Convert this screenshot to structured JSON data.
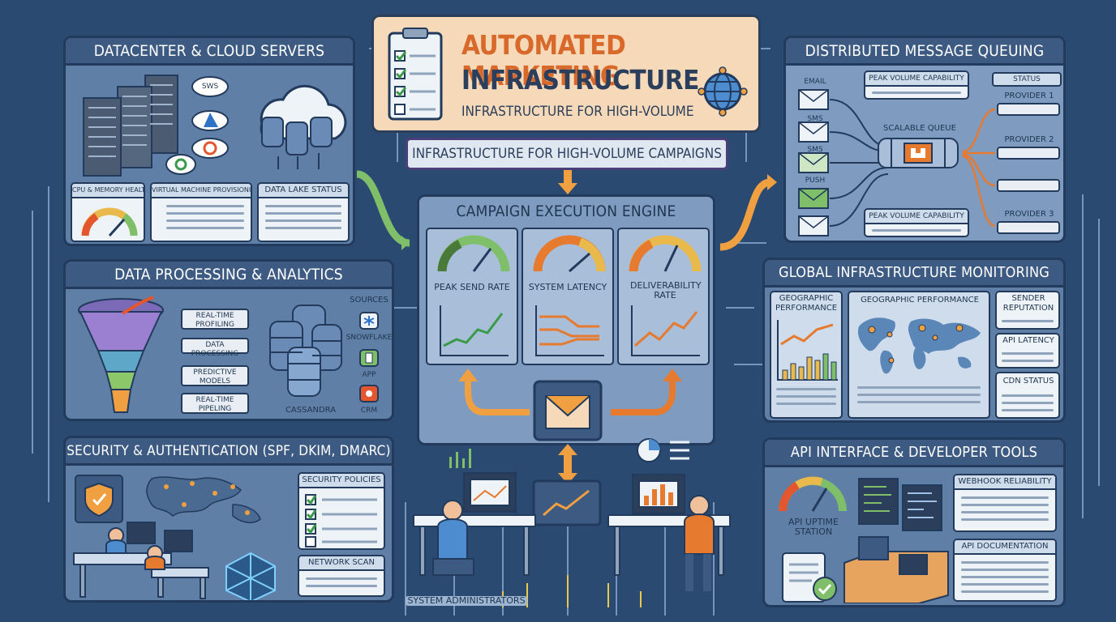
{
  "title": {
    "main1": "AUTOMATED MARKETING",
    "main2": "INFRASTRUCTURE",
    "sub": "INFRASTRUCTURE FOR HIGH-VOLUME"
  },
  "banner": "INFRASTRUCTURE FOR HIGH-VOLUME CAMPAIGNS",
  "datacenter": {
    "title": "DATACENTER & CLOUD SERVERS",
    "cloud_badge": "SWS",
    "cards": [
      "CPU & MEMORY HEALTH",
      "VIRTUAL MACHINE PROVISIONING",
      "DATA LAKE STATUS"
    ]
  },
  "analytics": {
    "title": "DATA PROCESSING & ANALYTICS",
    "steps": [
      "REAL-TIME PROFILING",
      "DATA PROCESSING",
      "PREDICTIVE MODELS",
      "REAL-TIME PIPELING"
    ],
    "db_label": "CASSANDRA",
    "sources_label": "SOURCES",
    "sources": [
      "SNOWFLAKE",
      "APP",
      "CRM"
    ]
  },
  "security": {
    "title": "SECURITY & AUTHENTICATION (SPF, DKIM, DMARC)",
    "cards": [
      "SECURITY POLICIES",
      "NETWORK SCAN"
    ]
  },
  "engine": {
    "title": "CAMPAIGN EXECUTION ENGINE",
    "metrics": [
      "PEAK SEND RATE",
      "SYSTEM LATENCY",
      "DELIVERABILITY RATE"
    ]
  },
  "admins_label": "SYSTEM ADMINISTRATORS",
  "queue": {
    "title": "DISTRIBUTED MESSAGE QUEUING",
    "inputs": [
      "EMAIL",
      "SMS",
      "SMS",
      "PUSH"
    ],
    "capability_top": "PEAK VOLUME CAPABILITY",
    "capability_bottom": "PEAK VOLUME CAPABILITY",
    "queue_label": "SCALABLE QUEUE",
    "status_label": "STATUS",
    "providers": [
      "PROVIDER 1",
      "PROVIDER 2",
      "PROVIDER 3"
    ]
  },
  "monitoring": {
    "title": "GLOBAL INFRASTRUCTURE MONITORING",
    "cards": [
      "GEOGRAPHIC PERFORMANCE",
      "GEOGRAPHIC PERFORMANCE",
      "SENDER REPUTATION",
      "API LATENCY",
      "CDN STATUS"
    ]
  },
  "api": {
    "title": "API INTERFACE & DEVELOPER TOOLS",
    "gauge_label": "API UPTIME STATION",
    "cards": [
      "WEBHOOK RELIABILITY",
      "API DOCUMENTATION"
    ]
  },
  "colors": {
    "background": "#2b4a72",
    "panel": "#5f7fa6",
    "header": "#3d5b82",
    "accent_orange": "#e67a2e",
    "accent_green": "#7fbf6a",
    "title_bg": "#f6d9b8"
  }
}
